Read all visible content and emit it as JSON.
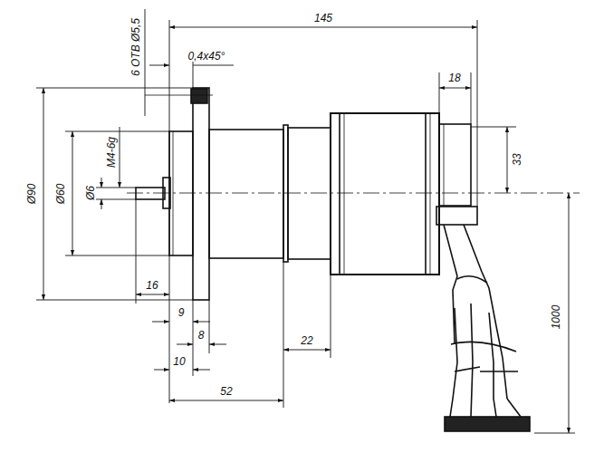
{
  "diagram": {
    "labels": [
      "145",
      "6 ОТВ Ø5,5",
      "0,4х45°",
      "18",
      "33",
      "Ø90",
      "Ø60",
      "М4-6g",
      "Ø6",
      "16",
      "9",
      "8",
      "10",
      "52",
      "22",
      "1000"
    ]
  }
}
